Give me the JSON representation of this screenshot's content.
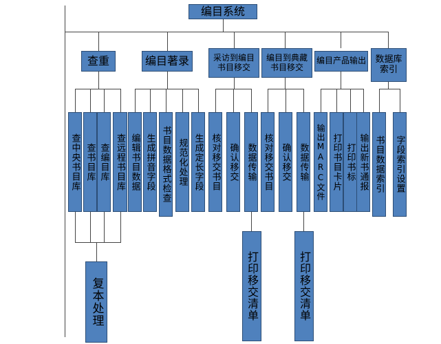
{
  "root": "编目系统",
  "modules": {
    "m1": "查重",
    "m2": "编目著录",
    "m3": "采访到编目书目移交",
    "m4": "编目到典藏书目移交",
    "m5": "编目产品输出",
    "m6": "数据库索引"
  },
  "functions": {
    "f1": "查中央书目库",
    "f2": "查书目库",
    "f3": "查编目库",
    "f4": "查远程书目库",
    "f5": "编辑书目数据",
    "f6": "生成拼音字段",
    "f7": "书目数据格式检查",
    "f8": "规范化处理",
    "f9": "生成定长字段",
    "f10": "核对移交书目",
    "f11": "确认移交",
    "f12": "数据传输",
    "f13": "核对移交书目",
    "f14": "确认移交",
    "f15": "数据传输",
    "f16": "输出MARC文件",
    "f17": "打印书目卡片",
    "f18": "打印书标",
    "f19": "输出新书通报",
    "f20": "书目数据索引",
    "f21": "字段索引设置"
  },
  "outputs": {
    "o1": "复本处理",
    "o2": "打印移交清单",
    "o3": "打印移交清单"
  },
  "colors": {
    "box_fill": "#4f81bd",
    "box_border": "#2c4d75",
    "line": "#444444"
  }
}
